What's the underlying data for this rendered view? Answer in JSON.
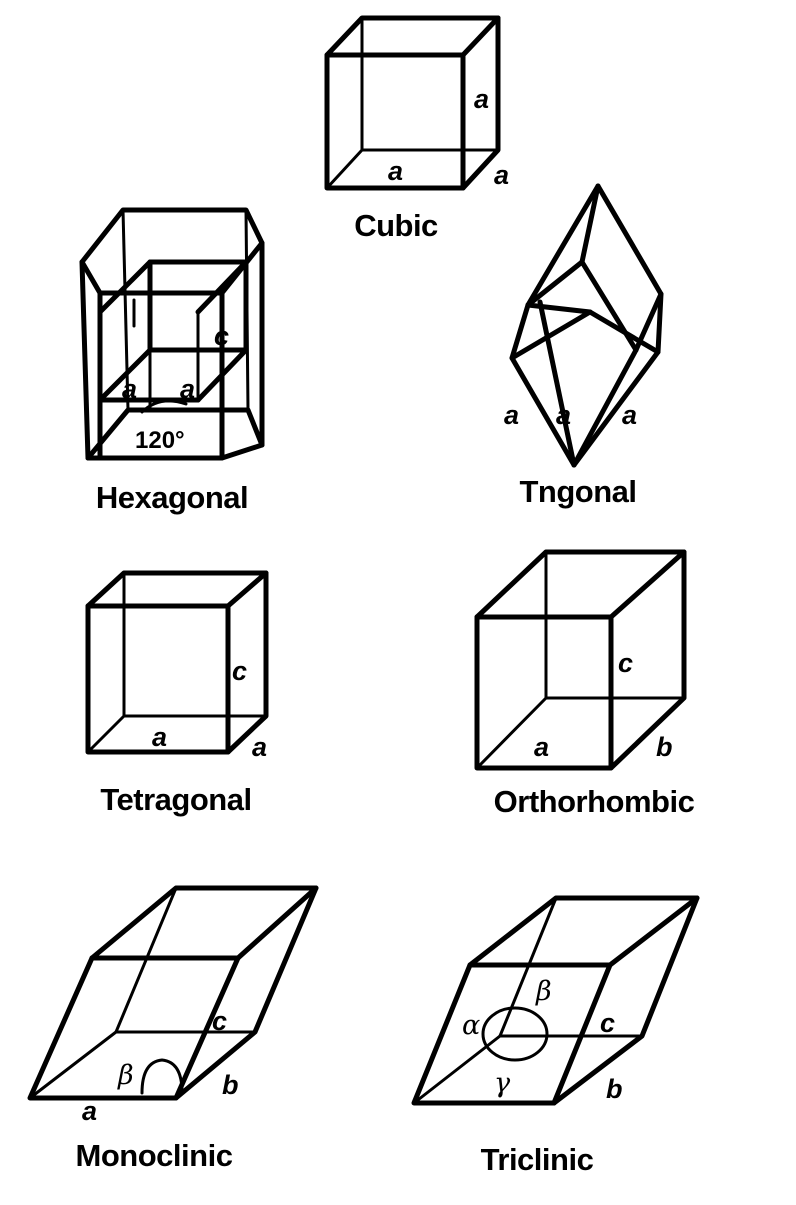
{
  "systems": {
    "cubic": {
      "name": "Cubic",
      "edge_labels": [
        "a",
        "a",
        "a"
      ]
    },
    "hexagonal": {
      "name": "Hexagonal",
      "edge_labels": [
        "c",
        "a",
        "a"
      ],
      "angle": "120°"
    },
    "trigonal": {
      "name": "Tngonal",
      "edge_labels": [
        "a",
        "a",
        "a"
      ]
    },
    "tetragonal": {
      "name": "Tetragonal",
      "edge_labels": [
        "c",
        "a",
        "a"
      ]
    },
    "orthorhombic": {
      "name": "Orthorhombic",
      "edge_labels": [
        "c",
        "a",
        "b"
      ]
    },
    "monoclinic": {
      "name": "Monoclinic",
      "edge_labels": [
        "c",
        "a",
        "b"
      ],
      "angle_labels": [
        "β"
      ]
    },
    "triclinic": {
      "name": "Triclinic",
      "edge_labels": [
        "c",
        "b"
      ],
      "angle_labels": [
        "α",
        "β",
        "γ"
      ]
    }
  }
}
